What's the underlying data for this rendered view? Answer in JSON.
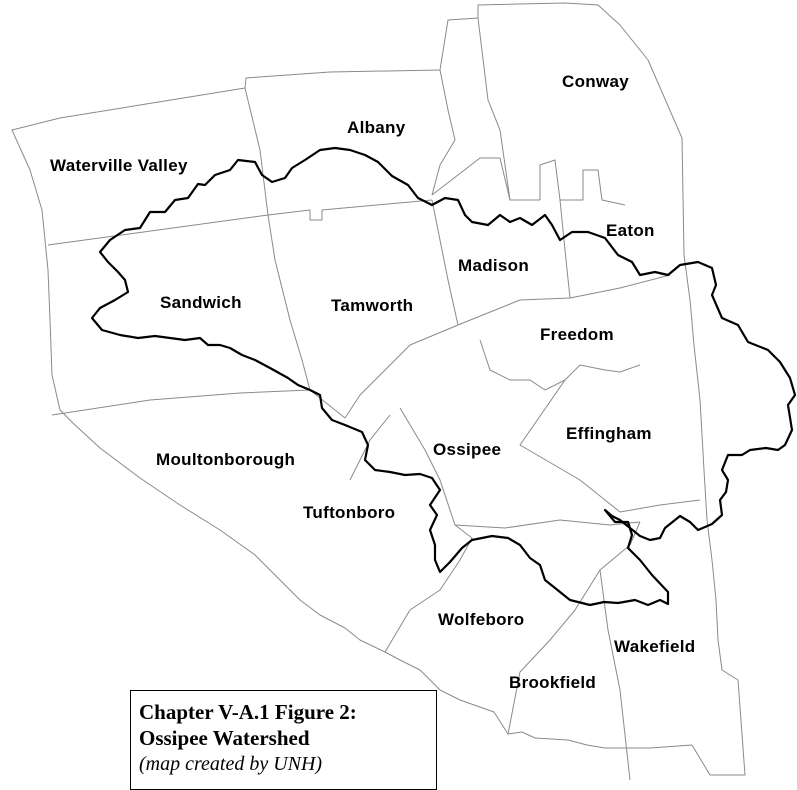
{
  "map": {
    "towns": [
      "Conway",
      "Albany",
      "Waterville Valley",
      "Eaton",
      "Madison",
      "Sandwich",
      "Tamworth",
      "Freedom",
      "Effingham",
      "Ossipee",
      "Moultonborough",
      "Tuftonboro",
      "Wolfeboro",
      "Wakefield",
      "Brookfield"
    ],
    "colors": {
      "town_boundary": "#8a8a8a",
      "watershed_boundary": "#000000"
    }
  },
  "caption": {
    "line1": "Chapter V-A.1 Figure 2:",
    "line2": "Ossipee Watershed",
    "line3": "(map created by UNH)"
  }
}
